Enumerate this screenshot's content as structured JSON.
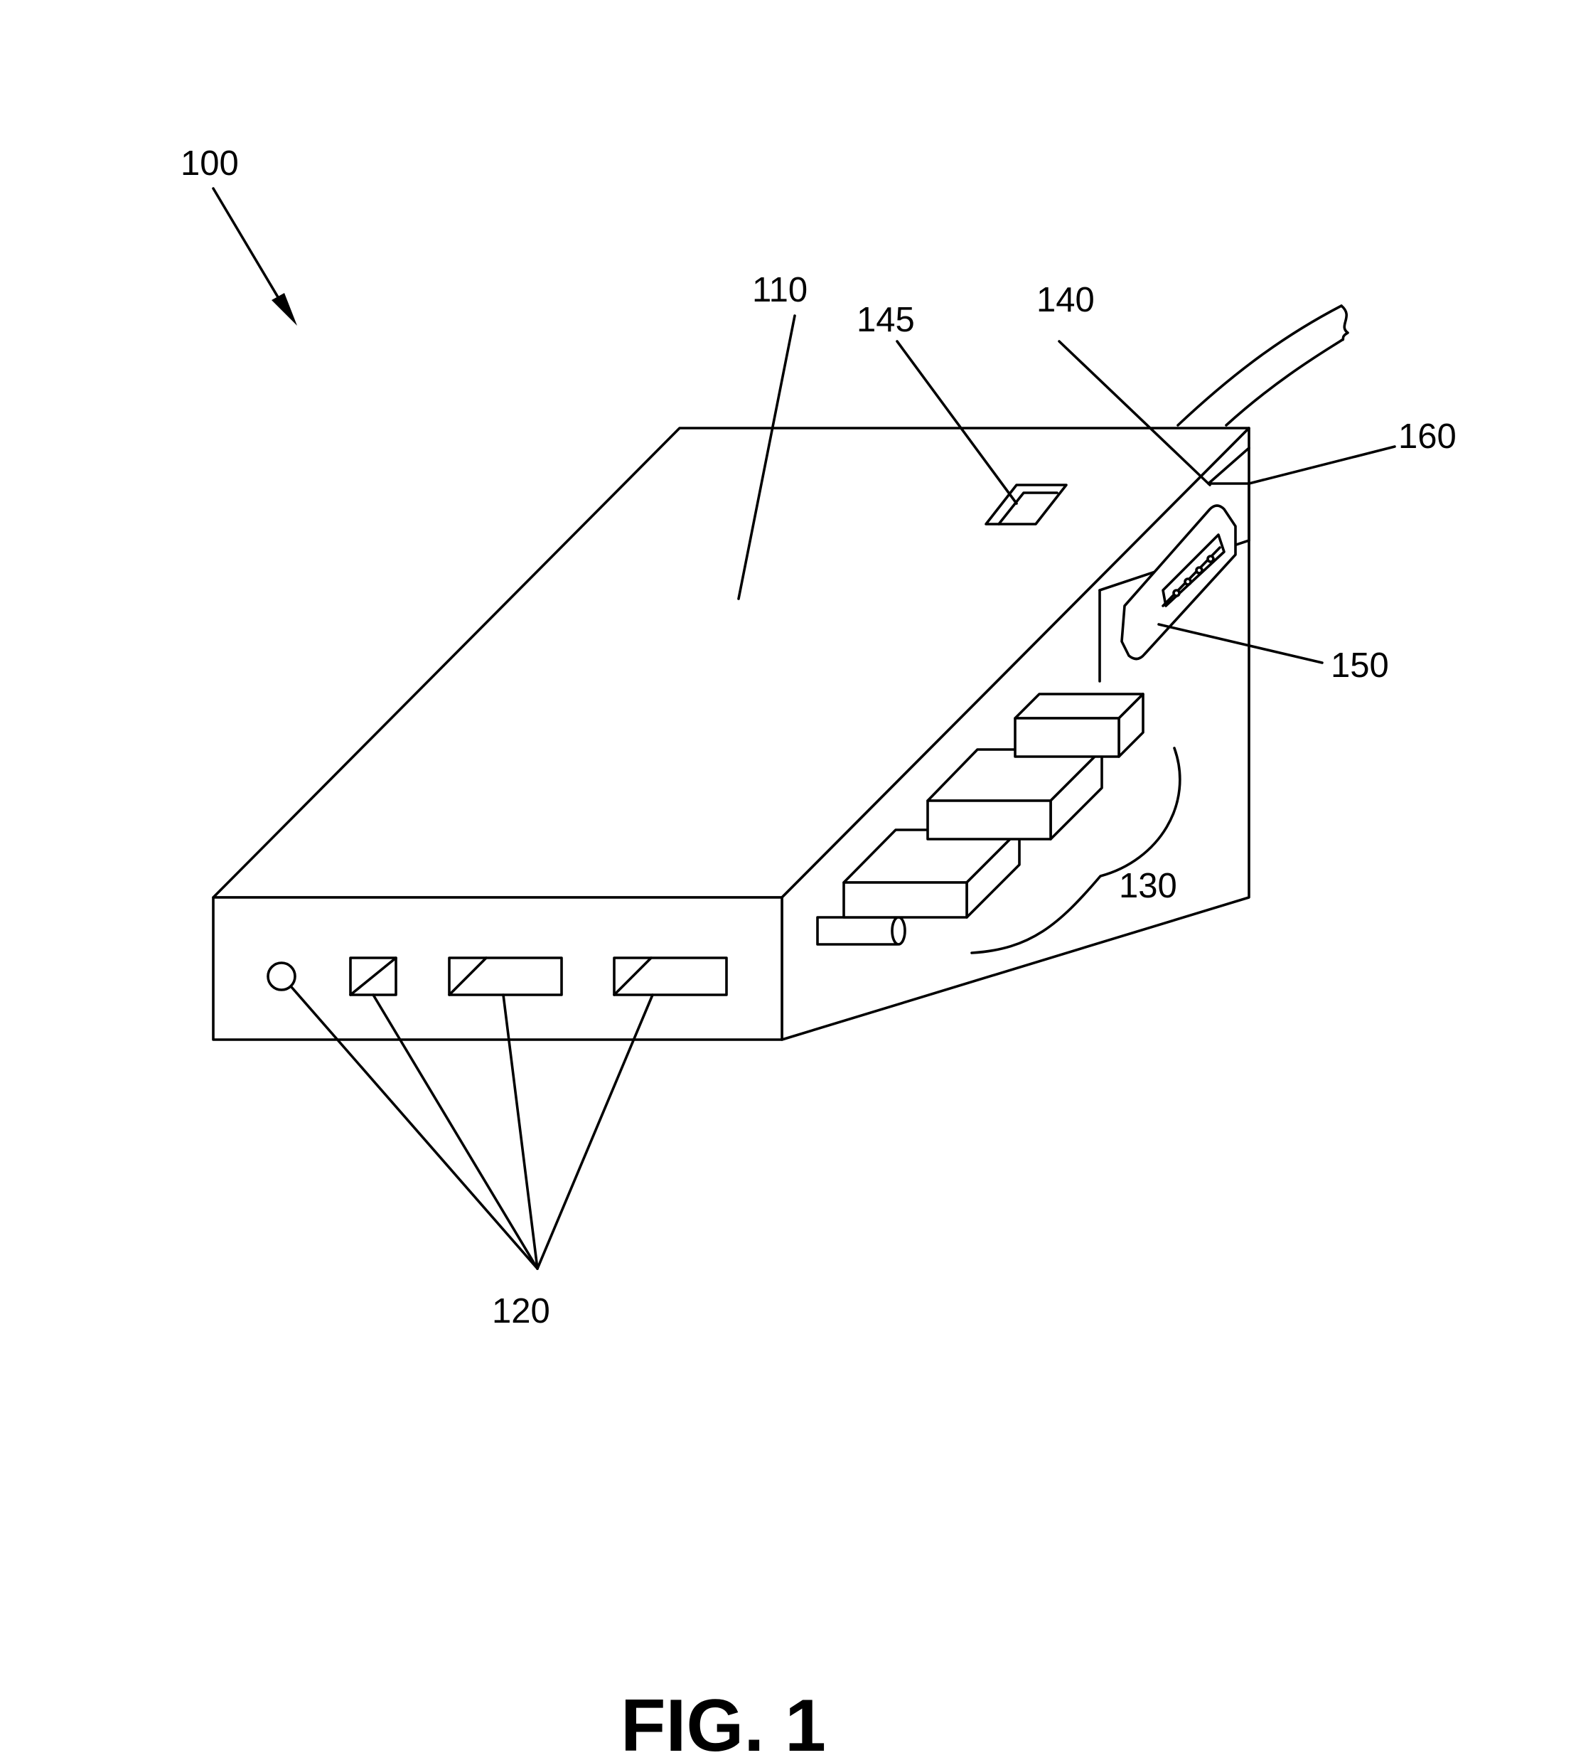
{
  "figure": {
    "caption": "FIG. 1"
  },
  "refs": {
    "device": "100",
    "housing_top": "110",
    "front_ports": "120",
    "side_ports": "130",
    "connector_recess": "140",
    "indicator": "145",
    "magnetic_connector": "150",
    "cable_housing": "160"
  }
}
